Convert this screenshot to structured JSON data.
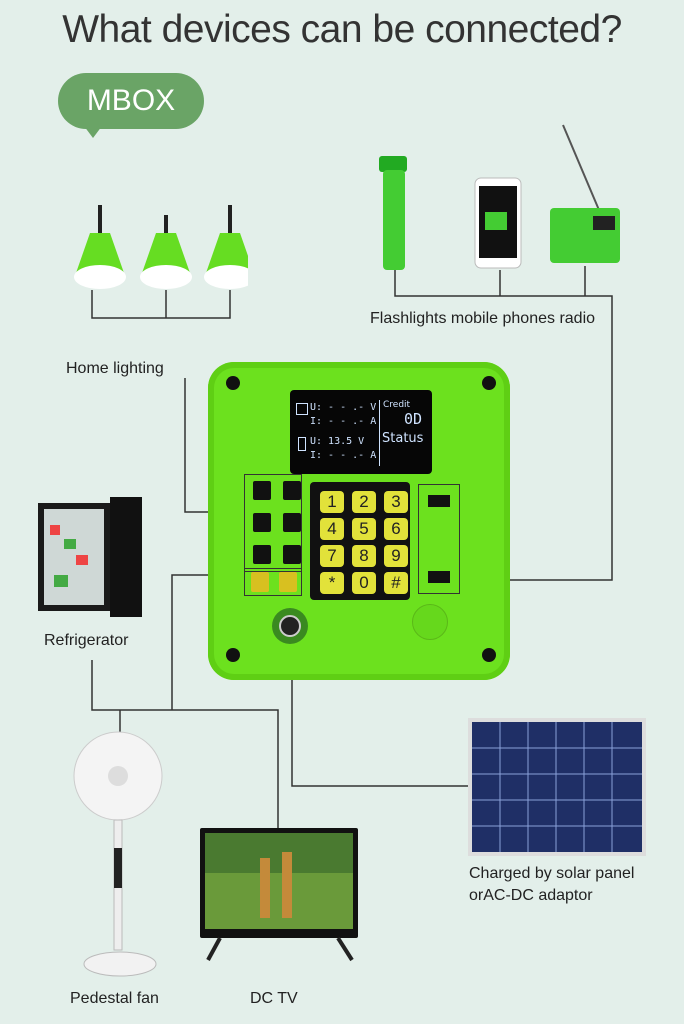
{
  "title": "What devices can be connected?",
  "badge": "MBOX",
  "labels": {
    "home_lighting": "Home lighting",
    "top_devices": "Flashlights  mobile phones radio",
    "refrigerator": "Refrigerator",
    "solar_line1": "Charged by solar panel",
    "solar_line2": "orAC-DC adaptor",
    "fan": "Pedestal fan",
    "tv": "DC TV"
  },
  "device": {
    "lcd": {
      "pv_u": "U: - - .- V",
      "pv_i": "I: - - .- A",
      "bat_u": "U: 13.5 V",
      "bat_i": "I: - - .- A",
      "credit": "Credit",
      "credit_value": "0D",
      "status": "Status"
    },
    "keys": [
      "1",
      "2",
      "3",
      "4",
      "5",
      "6",
      "7",
      "8",
      "9",
      "*",
      "0",
      "#"
    ]
  },
  "colors": {
    "background": "#e3efea",
    "badge": "#6aa466",
    "device_body": "#6ce11e",
    "bulb": "#66dd22"
  }
}
